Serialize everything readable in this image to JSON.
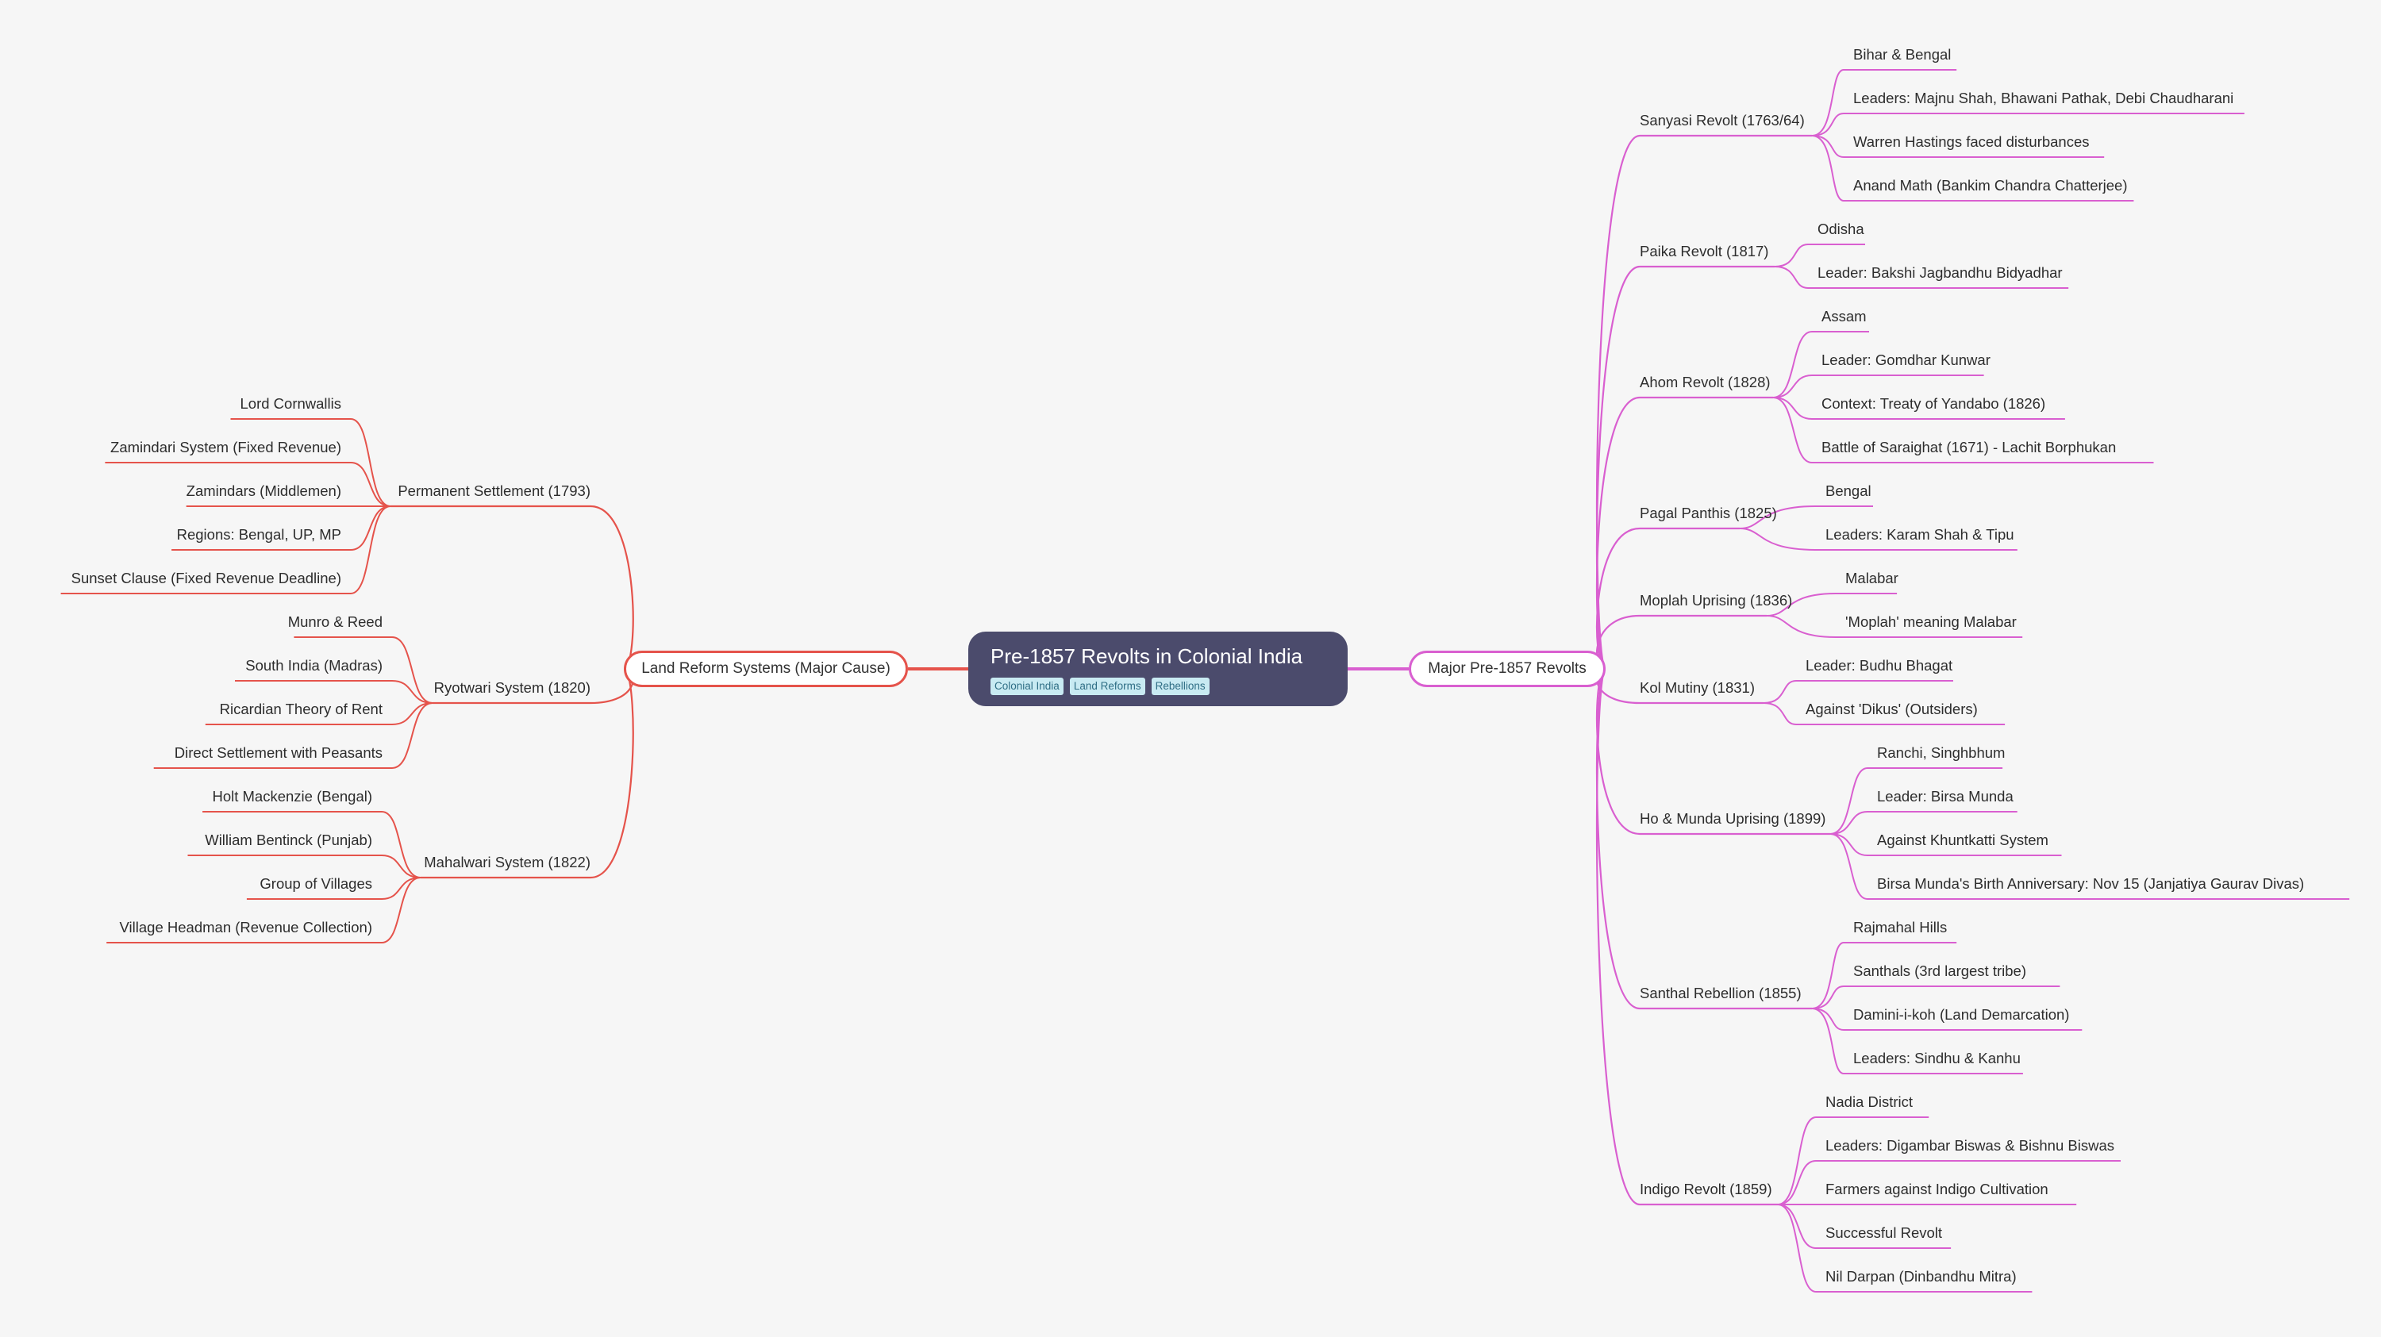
{
  "root": {
    "title": "Pre-1857 Revolts in Colonial India",
    "tags": [
      "Colonial India",
      "Land Reforms",
      "Rebellions"
    ]
  },
  "colors": {
    "left_branch": "#e5534b",
    "right_branch": "#d95fd0",
    "root_bg": "#4b4b6c"
  },
  "left": {
    "label": "Land Reform Systems (Major Cause)",
    "children": [
      {
        "label": "Permanent Settlement (1793)",
        "leaves": [
          "Lord Cornwallis",
          "Zamindari System (Fixed Revenue)",
          "Zamindars (Middlemen)",
          "Regions: Bengal, UP, MP",
          "Sunset Clause (Fixed Revenue Deadline)"
        ]
      },
      {
        "label": "Ryotwari System (1820)",
        "leaves": [
          "Munro & Reed",
          "South India (Madras)",
          "Ricardian Theory of Rent",
          "Direct Settlement with Peasants"
        ]
      },
      {
        "label": "Mahalwari System (1822)",
        "leaves": [
          "Holt Mackenzie (Bengal)",
          "William Bentinck (Punjab)",
          "Group of Villages",
          "Village Headman (Revenue Collection)"
        ]
      }
    ]
  },
  "right": {
    "label": "Major Pre-1857 Revolts",
    "children": [
      {
        "label": "Sanyasi Revolt (1763/64)",
        "leaves": [
          "Bihar & Bengal",
          "Leaders: Majnu Shah, Bhawani Pathak, Debi Chaudharani",
          "Warren Hastings faced disturbances",
          "Anand Math (Bankim Chandra Chatterjee)"
        ]
      },
      {
        "label": "Paika Revolt (1817)",
        "leaves": [
          "Odisha",
          "Leader: Bakshi Jagbandhu Bidyadhar"
        ]
      },
      {
        "label": "Ahom Revolt (1828)",
        "leaves": [
          "Assam",
          "Leader: Gomdhar Kunwar",
          "Context: Treaty of Yandabo (1826)",
          "Battle of Saraighat (1671) - Lachit Borphukan"
        ]
      },
      {
        "label": "Pagal Panthis (1825)",
        "leaves": [
          "Bengal",
          "Leaders: Karam Shah & Tipu"
        ]
      },
      {
        "label": "Moplah Uprising (1836)",
        "leaves": [
          "Malabar",
          "'Moplah' meaning Malabar"
        ]
      },
      {
        "label": "Kol Mutiny (1831)",
        "leaves": [
          "Leader: Budhu Bhagat",
          "Against 'Dikus' (Outsiders)"
        ]
      },
      {
        "label": "Ho & Munda Uprising (1899)",
        "leaves": [
          "Ranchi, Singhbhum",
          "Leader: Birsa Munda",
          "Against Khuntkatti System",
          "Birsa Munda's Birth Anniversary: Nov 15 (Janjatiya Gaurav Divas)"
        ]
      },
      {
        "label": "Santhal Rebellion (1855)",
        "leaves": [
          "Rajmahal Hills",
          "Santhals (3rd largest tribe)",
          "Damini-i-koh (Land Demarcation)",
          "Leaders: Sindhu & Kanhu"
        ]
      },
      {
        "label": "Indigo Revolt (1859)",
        "leaves": [
          "Nadia District",
          "Leaders: Digambar Biswas & Bishnu Biswas",
          "Farmers against Indigo Cultivation",
          "Successful Revolt",
          "Nil Darpan (Dinbandhu Mitra)"
        ]
      }
    ]
  }
}
